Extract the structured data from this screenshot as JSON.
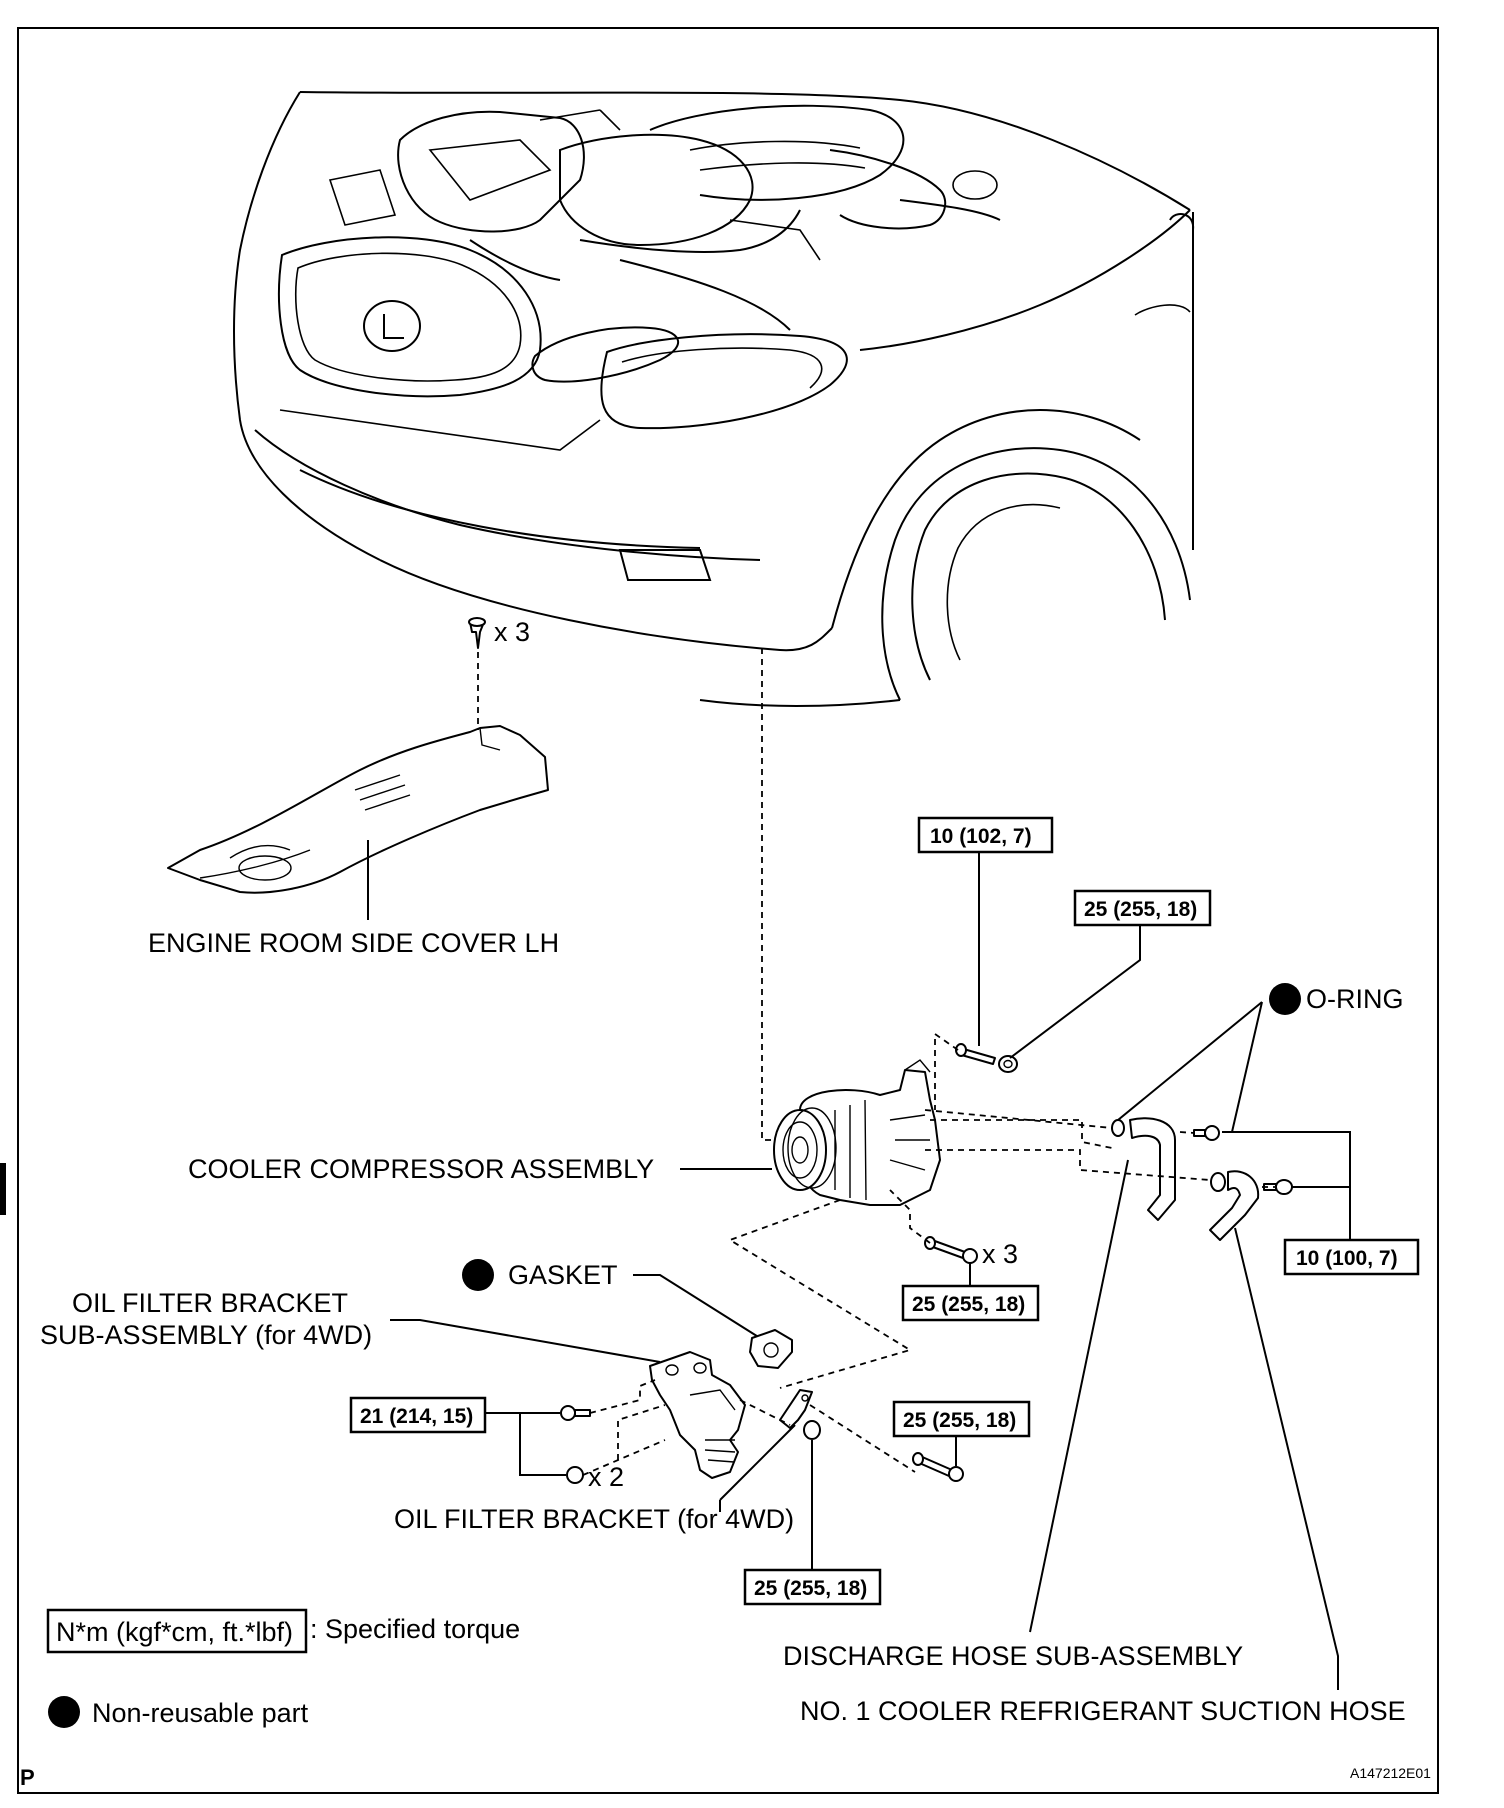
{
  "labels": {
    "engine_room_side_cover": "ENGINE ROOM SIDE COVER LH",
    "o_ring": "O-RING",
    "cooler_compressor": "COOLER COMPRESSOR ASSEMBLY",
    "gasket": "GASKET",
    "oil_filter_bracket_sub_1": "OIL FILTER BRACKET",
    "oil_filter_bracket_sub_2": "SUB-ASSEMBLY (for 4WD)",
    "oil_filter_bracket": "OIL FILTER BRACKET (for 4WD)",
    "discharge_hose": "DISCHARGE HOSE SUB-ASSEMBLY",
    "suction_hose": "NO. 1 COOLER REFRIGERANT SUCTION HOSE"
  },
  "quantities": {
    "clip": "x 3",
    "compressor_bolts": "x 3",
    "bracket_nuts": "x 2"
  },
  "torques": {
    "t1": "10 (102, 7)",
    "t2": "25 (255, 18)",
    "t3": "10 (100, 7)",
    "t4": "25 (255, 18)",
    "t5": "21 (214, 15)",
    "t6": "25 (255, 18)",
    "t7": "25 (255, 18)"
  },
  "legend": {
    "torque_unit": "N*m (kgf*cm, ft.*lbf)",
    "torque_desc": ": Specified torque",
    "nonreusable": "Non-reusable part"
  },
  "footer": {
    "page_mark": "P",
    "figure_id": "A147212E01"
  }
}
